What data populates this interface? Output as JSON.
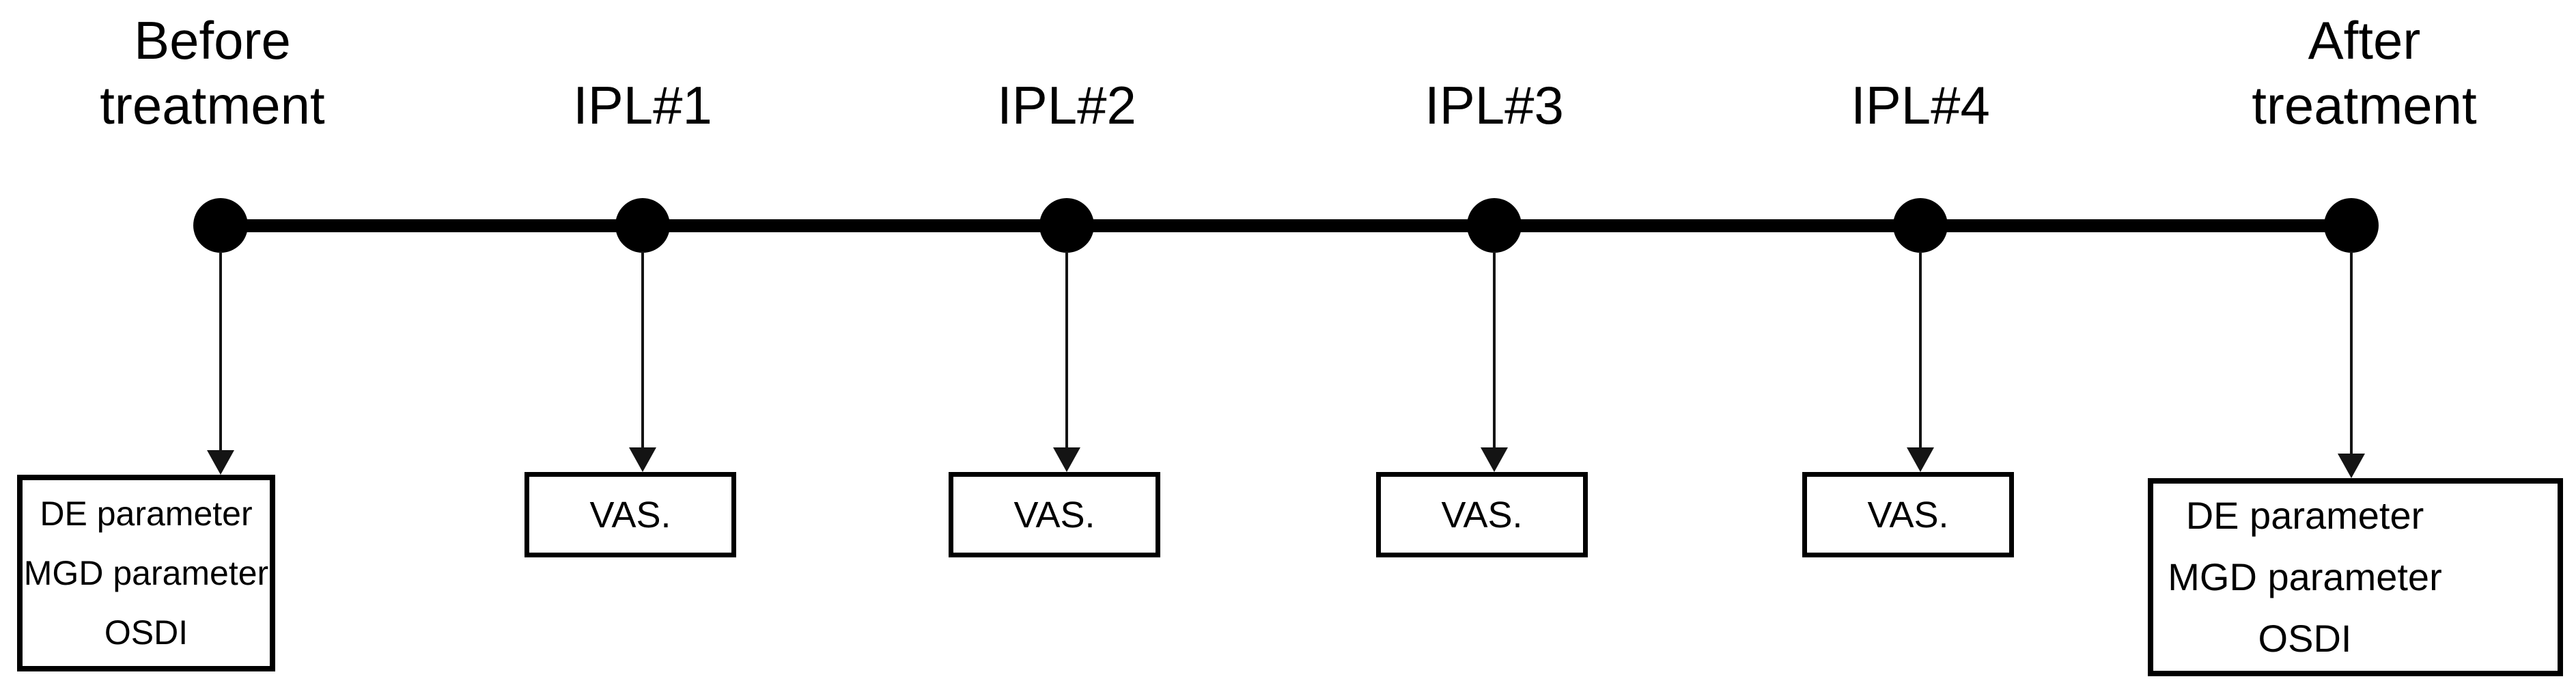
{
  "figure": {
    "type": "treatment-timeline",
    "colors": {
      "background": "#ffffff",
      "line": "#000000",
      "text": "#000000"
    },
    "timeline": {
      "points": [
        {
          "label": "Before treatment"
        },
        {
          "label": "IPL#1"
        },
        {
          "label": "IPL#2"
        },
        {
          "label": "IPL#3"
        },
        {
          "label": "IPL#4"
        },
        {
          "label": "After treatment"
        }
      ]
    },
    "assessment_boxes": {
      "before": {
        "lines": [
          "DE parameter",
          "MGD parameter",
          "OSDI"
        ]
      },
      "vas": [
        {
          "label": "VAS."
        },
        {
          "label": "VAS."
        },
        {
          "label": "VAS."
        },
        {
          "label": "VAS."
        }
      ],
      "after": {
        "lines": [
          "DE parameter",
          "MGD parameter",
          "OSDI"
        ]
      }
    }
  }
}
